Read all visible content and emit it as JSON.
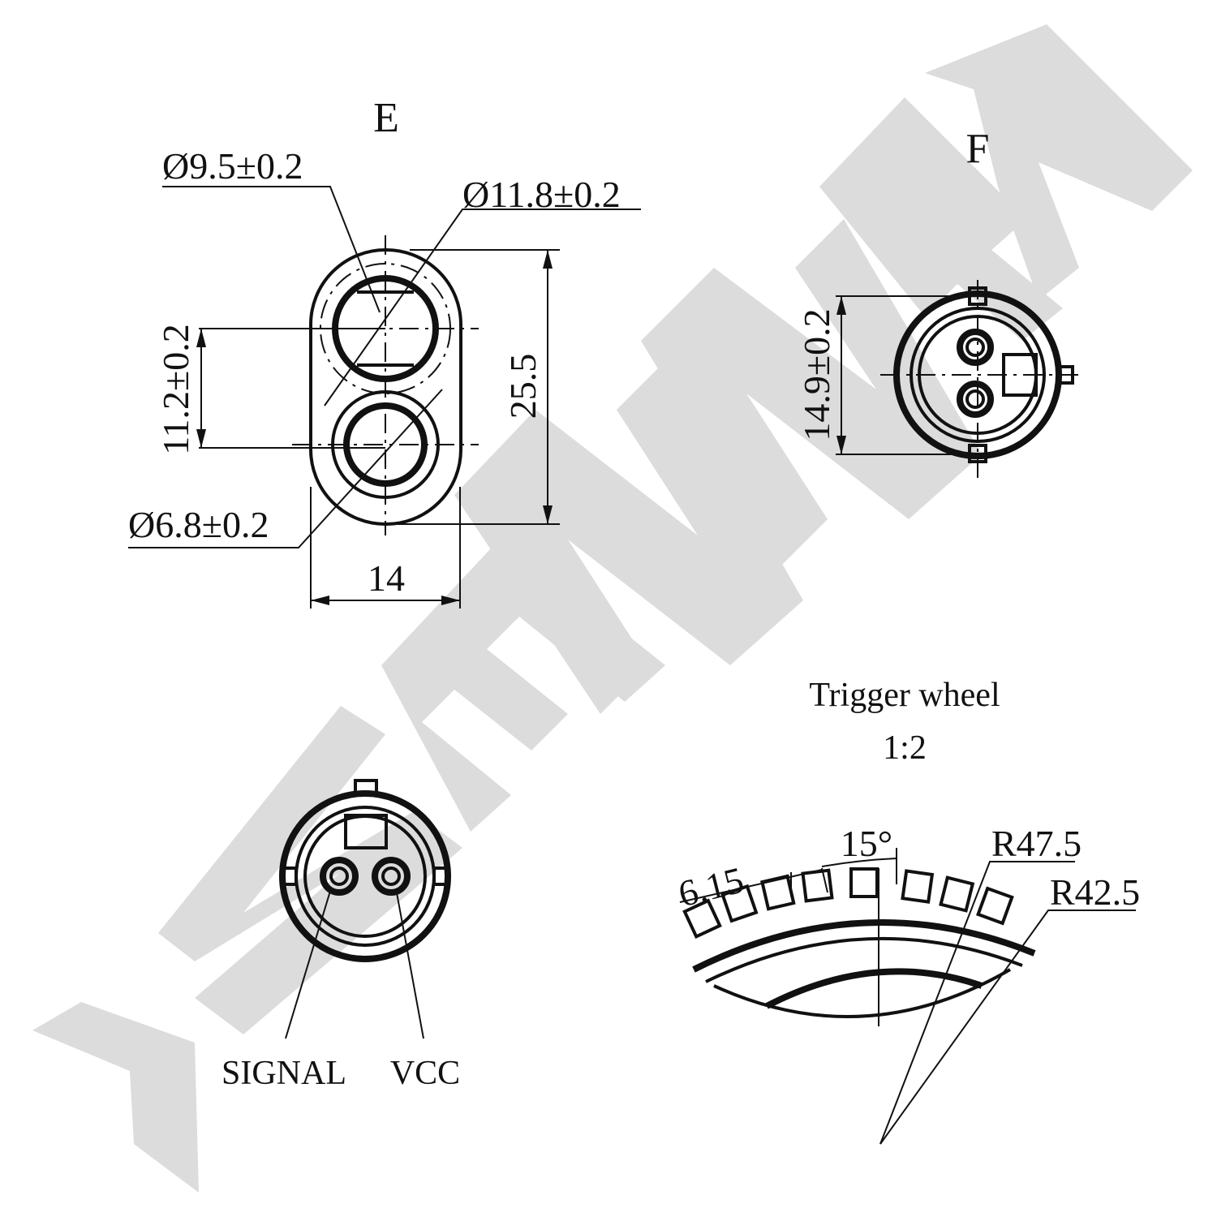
{
  "watermark": {
    "text": "ZENNMEK",
    "color": "#dcdcdc"
  },
  "view_e": {
    "label": "E",
    "dim_bore": "Ø9.5±0.2",
    "dim_outer": "Ø11.8±0.2",
    "dim_center_distance": "11.2±0.2",
    "dim_length": "25.5",
    "dim_hole": "Ø6.8±0.2",
    "dim_width": "14"
  },
  "view_f": {
    "label": "F",
    "dim_diameter": "14.9±0.2"
  },
  "connector": {
    "pin_signal": "SIGNAL",
    "pin_vcc": "VCC"
  },
  "trigger_wheel": {
    "title": "Trigger wheel",
    "scale": "1:2",
    "dim_tooth": "6.15",
    "dim_angle": "15°",
    "dim_outer_radius": "R47.5",
    "dim_inner_radius": "R42.5"
  },
  "colors": {
    "line": "#111111",
    "background": "#ffffff"
  }
}
